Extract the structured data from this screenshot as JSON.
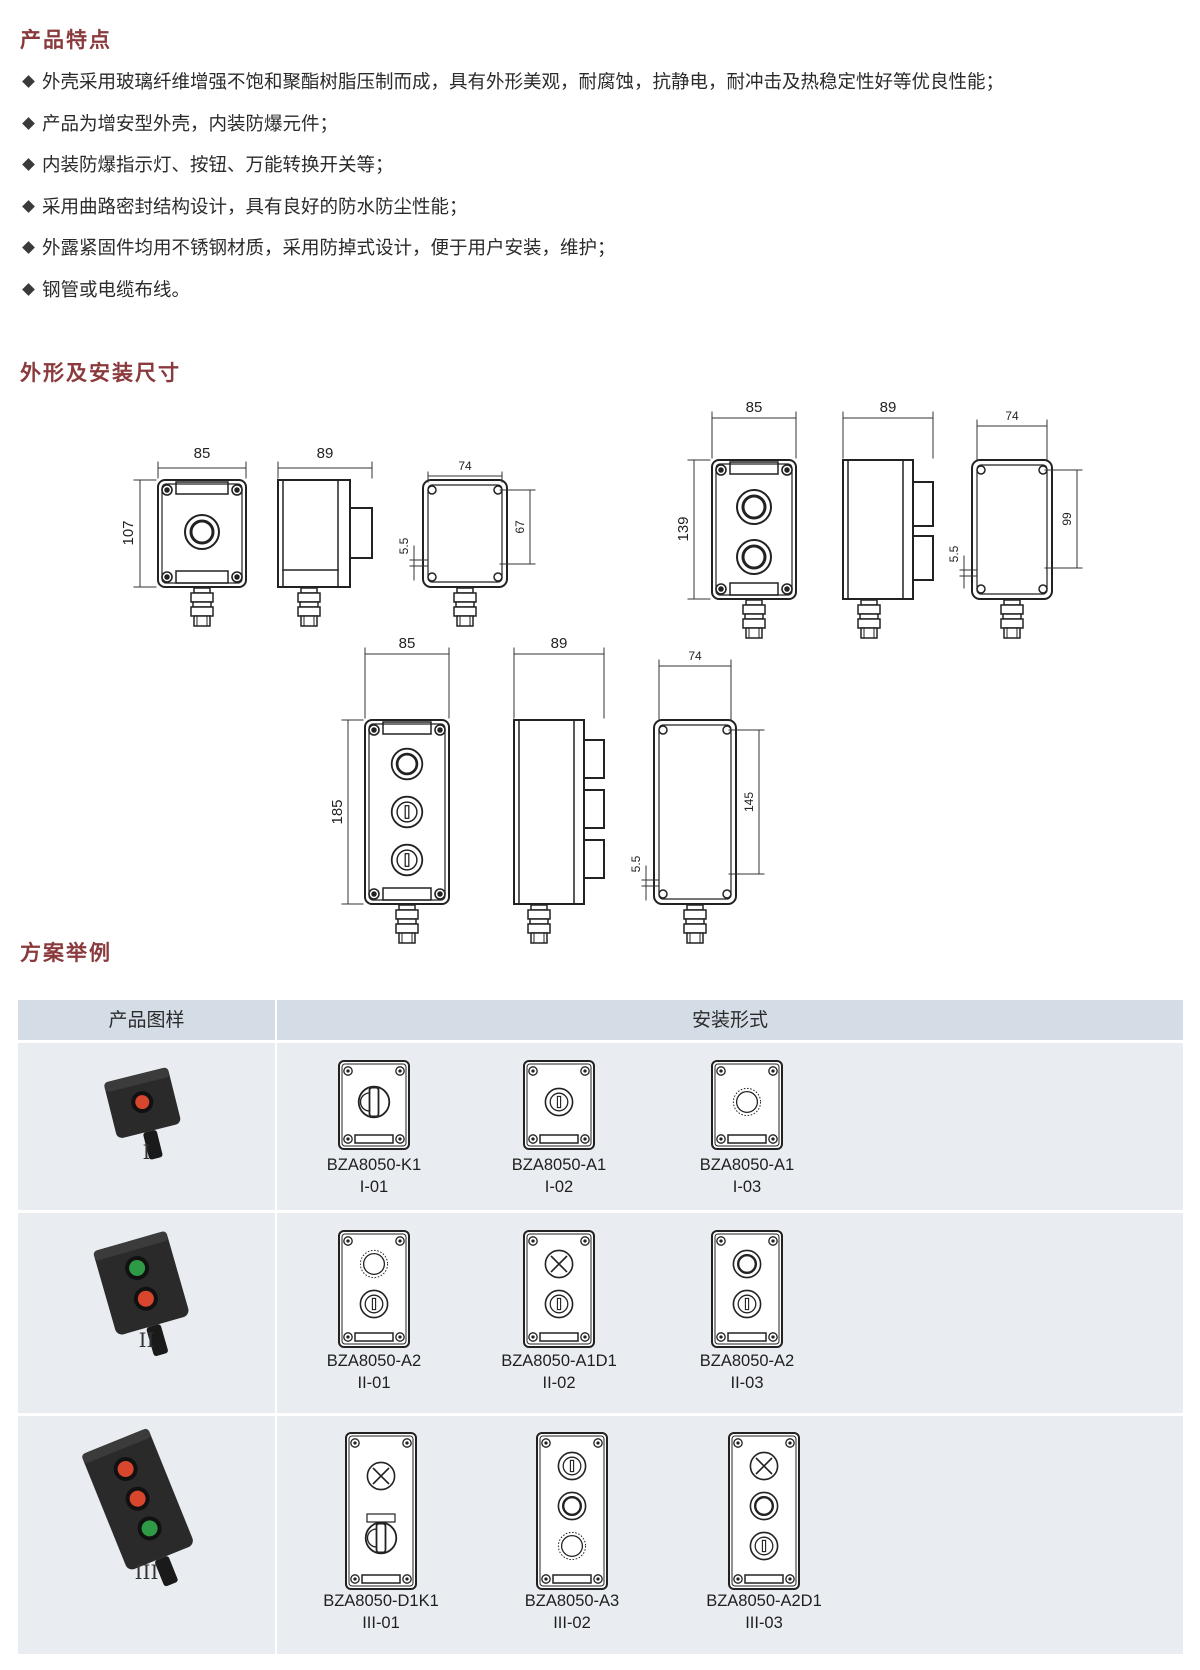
{
  "sections": {
    "features_title": "产品特点",
    "dimensions_title": "外形及安装尺寸",
    "schemes_title": "方案举例"
  },
  "features": [
    "外壳采用玻璃纤维增强不饱和聚酯树脂压制而成，具有外形美观，耐腐蚀，抗静电，耐冲击及热稳定性好等优良性能；",
    "产品为增安型外壳，内装防爆元件；",
    "内装防爆指示灯、按钮、万能转换开关等；",
    "采用曲路密封结构设计，具有良好的防水防尘性能；",
    "外露紧固件均用不锈钢材质，采用防掉式设计，便于用户安装，维护；",
    "钢管或电缆布线。"
  ],
  "dimensions": {
    "group1": {
      "front_width": "85",
      "front_height": "107",
      "side_depth": "89",
      "back_width": "74",
      "back_height": "67",
      "hole": "5.5"
    },
    "group2": {
      "front_width": "85",
      "front_height": "139",
      "side_depth": "89",
      "back_width": "74",
      "back_height": "99",
      "hole": "5.5"
    },
    "group3": {
      "front_width": "85",
      "front_height": "185",
      "side_depth": "89",
      "back_width": "74",
      "back_height": "145",
      "hole": "5.5"
    }
  },
  "table": {
    "header_product": "产品图样",
    "header_install": "安装形式",
    "rows": [
      {
        "roman": "I",
        "items": [
          {
            "model": "BZA8050-K1",
            "code": "I-01"
          },
          {
            "model": "BZA8050-A1",
            "code": "I-02"
          },
          {
            "model": "BZA8050-A1",
            "code": "I-03"
          }
        ]
      },
      {
        "roman": "II",
        "items": [
          {
            "model": "BZA8050-A2",
            "code": "II-01"
          },
          {
            "model": "BZA8050-A1D1",
            "code": "II-02"
          },
          {
            "model": "BZA8050-A2",
            "code": "II-03"
          }
        ]
      },
      {
        "roman": "III",
        "items": [
          {
            "model": "BZA8050-D1K1",
            "code": "III-01"
          },
          {
            "model": "BZA8050-A3",
            "code": "III-02"
          },
          {
            "model": "BZA8050-A2D1",
            "code": "III-03"
          }
        ]
      }
    ]
  },
  "colors": {
    "title": "#8a3a3c",
    "table_header": "#d4dde6",
    "table_row": "#e9edf1",
    "lamp_red": "#d9462e",
    "lamp_green": "#2f9a45"
  }
}
